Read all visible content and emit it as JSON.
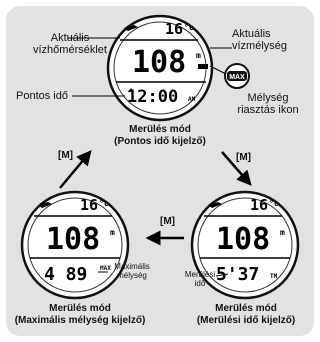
{
  "top_watch": {
    "temp": "16",
    "temp_unit": "°c",
    "depth": "108",
    "depth_unit": "m",
    "time": "12:00",
    "time_suffix": "AM",
    "caption_line1": "Merülés mód",
    "caption_line2": "(Pontos idő kijelző)"
  },
  "left_watch": {
    "temp": "16",
    "temp_unit": "°c",
    "depth": "108",
    "depth_unit": "m",
    "bottom": "4 89",
    "bottom_suffix": "MAX",
    "caption_line1": "Merülés mód",
    "caption_line2": "(Maximális mélység kijelző)"
  },
  "right_watch": {
    "temp": "16",
    "temp_unit": "°c",
    "depth": "108",
    "depth_unit": "m",
    "bottom": "5'37",
    "bottom_suffix": "TM",
    "caption_line1": "Merülés mód",
    "caption_line2": "(Merülési idő kijelző)"
  },
  "labels": {
    "water_temp_line1": "Aktuális",
    "water_temp_line2": "vízhőmérséklet",
    "water_depth_line1": "Aktuális",
    "water_depth_line2": "vízmélység",
    "exact_time": "Pontos idő",
    "depth_alarm_line1": "Mélység",
    "depth_alarm_line2": "riasztás ikon",
    "max_badge": "MAX",
    "max_depth_line1": "Maximális",
    "max_depth_line2": "mélység",
    "dive_time_line1": "Merülési",
    "dive_time_line2": "idő"
  },
  "keys": {
    "left": "[M]",
    "right": "[M]",
    "bottom": "[M]"
  }
}
